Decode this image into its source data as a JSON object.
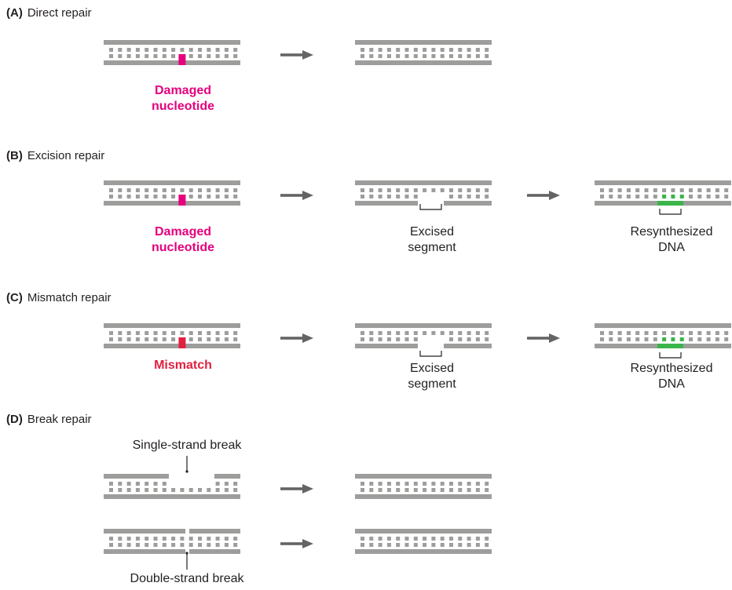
{
  "colors": {
    "strand": "#9d9d9c",
    "damage": "#e6007e",
    "mismatch": "#e2203f",
    "resynthesized": "#3ab54a",
    "arrow": "#646464",
    "text": "#231f20"
  },
  "sections": {
    "a": {
      "letter": "(A)",
      "title": "Direct repair",
      "damage_label": [
        "Damaged",
        "nucleotide"
      ]
    },
    "b": {
      "letter": "(B)",
      "title": "Excision repair",
      "damage_label": [
        "Damaged",
        "nucleotide"
      ],
      "excised_label": [
        "Excised",
        "segment"
      ],
      "resynth_label": [
        "Resynthesized",
        "DNA"
      ]
    },
    "c": {
      "letter": "(C)",
      "title": "Mismatch repair",
      "mismatch_label": "Mismatch",
      "excised_label": [
        "Excised",
        "segment"
      ],
      "resynth_label": [
        "Resynthesized",
        "DNA"
      ]
    },
    "d": {
      "letter": "(D)",
      "title": "Break repair",
      "single_break_label": "Single-strand break",
      "double_break_label": "Double-strand break"
    }
  },
  "icons": {
    "arrow": "right-arrow-icon",
    "bracket": "bracket-icon"
  }
}
